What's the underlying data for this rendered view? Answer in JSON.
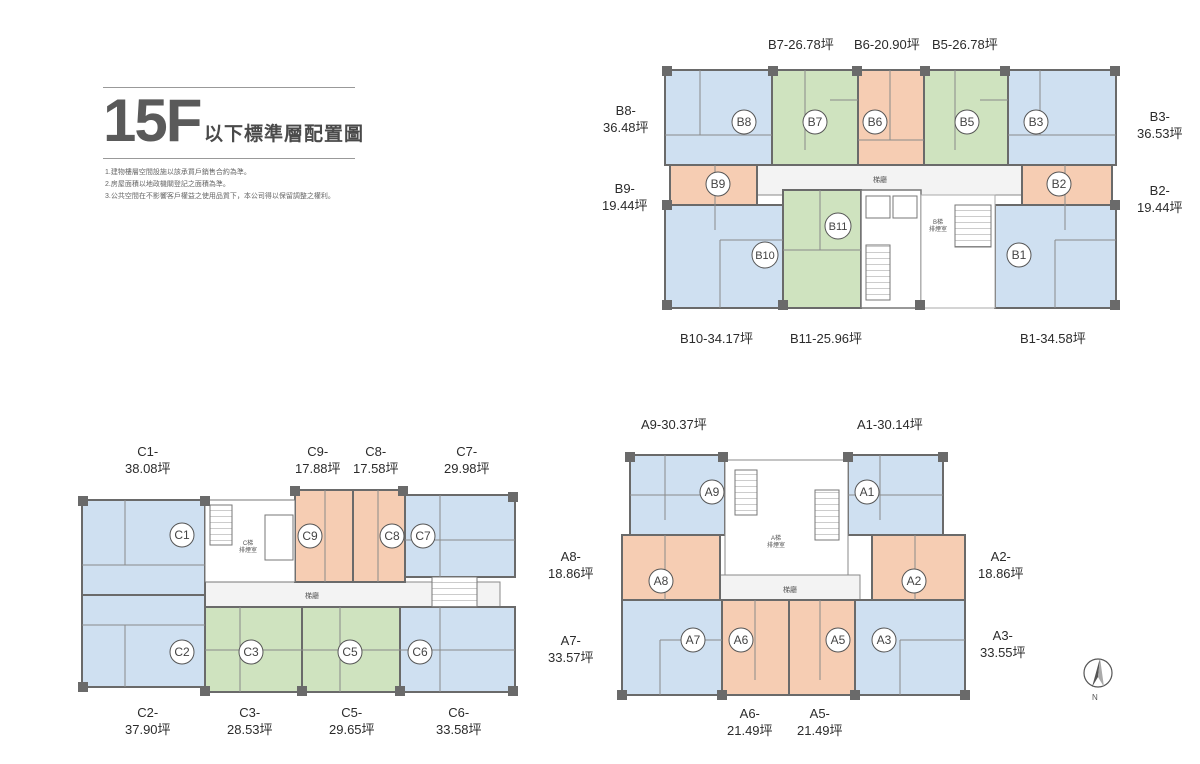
{
  "title": {
    "floor": "15F",
    "subtitle": "以下標準層配置圖"
  },
  "notes": [
    "1.建物樓層空間設施以該承買戶銷售合約為準。",
    "2.房屋面積以地政機關登記之面積為準。",
    "3.公共空間在不影響客戶權益之使用品質下，本公司得以保留調整之權利。"
  ],
  "colors": {
    "blue": "#cfe0f1",
    "green": "#cfe3bf",
    "orange": "#f6cdb3",
    "wall": "#6a6a6a",
    "corridor": "#eeeeee"
  },
  "corridor_label": "梯廳",
  "stair_labels": {
    "b": "B梯\n排煙室",
    "c": "C梯\n排煙室",
    "a": "A梯\n排煙室"
  },
  "compass_label": "N",
  "units_b": [
    {
      "id": "B8",
      "area": "B8-\n36.48坪"
    },
    {
      "id": "B7",
      "area": "B7-26.78坪"
    },
    {
      "id": "B6",
      "area": "B6-20.90坪"
    },
    {
      "id": "B5",
      "area": "B5-26.78坪"
    },
    {
      "id": "B3",
      "area": "B3-\n36.53坪"
    },
    {
      "id": "B9",
      "area": "B9-\n19.44坪"
    },
    {
      "id": "B2",
      "area": "B2-\n19.44坪"
    },
    {
      "id": "B10",
      "area": "B10-34.17坪"
    },
    {
      "id": "B11",
      "area": "B11-25.96坪"
    },
    {
      "id": "B1",
      "area": "B1-34.58坪"
    }
  ],
  "units_c": [
    {
      "id": "C1",
      "area": "C1-\n38.08坪"
    },
    {
      "id": "C9",
      "area": "C9-\n17.88坪"
    },
    {
      "id": "C8",
      "area": "C8-\n17.58坪"
    },
    {
      "id": "C7",
      "area": "C7-\n29.98坪"
    },
    {
      "id": "C2",
      "area": "C2-\n37.90坪"
    },
    {
      "id": "C3",
      "area": "C3-\n28.53坪"
    },
    {
      "id": "C5",
      "area": "C5-\n29.65坪"
    },
    {
      "id": "C6",
      "area": "C6-\n33.58坪"
    }
  ],
  "units_a": [
    {
      "id": "A9",
      "area": "A9-30.37坪"
    },
    {
      "id": "A1",
      "area": "A1-30.14坪"
    },
    {
      "id": "A8",
      "area": "A8-\n18.86坪"
    },
    {
      "id": "A2",
      "area": "A2-\n18.86坪"
    },
    {
      "id": "A7",
      "area": "A7-\n33.57坪"
    },
    {
      "id": "A3",
      "area": "A3-\n33.55坪"
    },
    {
      "id": "A6",
      "area": "A6-\n21.49坪"
    },
    {
      "id": "A5",
      "area": "A5-\n21.49坪"
    }
  ]
}
